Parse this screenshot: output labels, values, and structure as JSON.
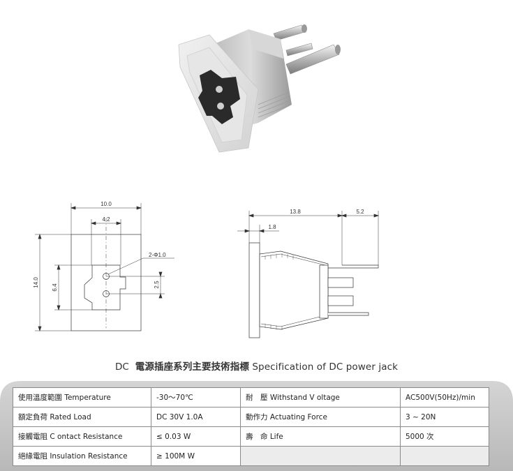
{
  "front_view": {
    "overall_width": "10.0",
    "slot_width": "4.2",
    "pin_label": "2-Φ1.0",
    "overall_height": "14.0",
    "slot_height": "6.4",
    "pin_spacing": "2.5"
  },
  "side_view": {
    "body_length": "13.8",
    "pin_extension": "5.2",
    "flange_thickness": "1.8"
  },
  "title": {
    "prefix": "DC",
    "chinese": "電源插座系列主要技術指標",
    "english": "Specification of DC power jack"
  },
  "spec_table": {
    "rows": [
      {
        "label": "使用溫度範圍 Temperature",
        "value": "-30～70℃",
        "label2": "耐　壓  Withstand V oltage",
        "value2": "AC500V(50Hz)/min"
      },
      {
        "label": "額定負荷  Rated Load",
        "value": "DC  30V  1.0A",
        "label2": "動作力  Actuating Force",
        "value2": "3 ~ 20N"
      },
      {
        "label": "接觸電阻  C ontact Resistance",
        "value": "≤ 0.03 W",
        "label2": "壽　命  Life",
        "value2": "5000 次"
      },
      {
        "label": "絕緣電阻  Insulation Resistance",
        "value": "≥ 100M W",
        "label2": "",
        "value2": ""
      }
    ]
  }
}
